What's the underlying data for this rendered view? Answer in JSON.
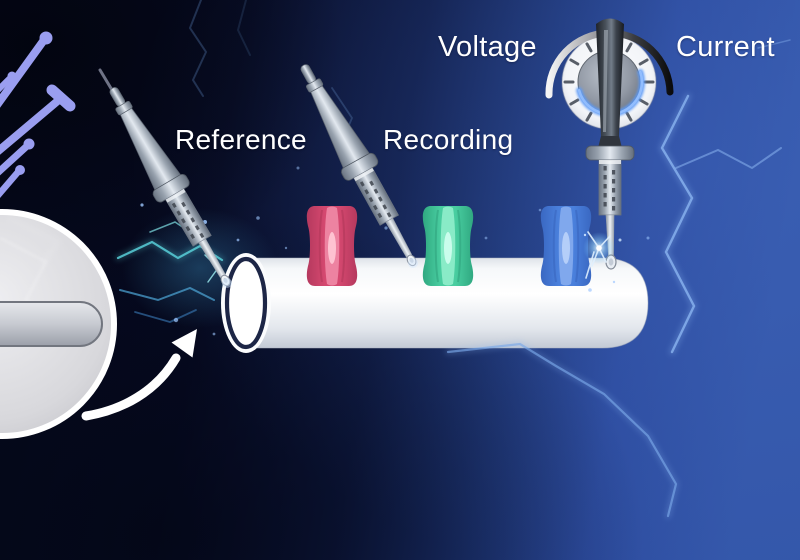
{
  "labels": {
    "reference": "Reference",
    "recording": "Recording",
    "voltage": "Voltage",
    "current": "Current"
  },
  "colors": {
    "background_dark": "#05081a",
    "background_mid": "#0e1a44",
    "background_light": "#3457aa",
    "lightning_blue": "#8ab4f0",
    "spark_cyan": "#58cfd8",
    "dendrite_lavender": "#9a9ef0",
    "soma_grey": "#dcdcdf",
    "axon_tube_white": "#ffffff",
    "tube_shadow": "#c3cad5",
    "channel_pink": "#d4486f",
    "channel_green": "#49cda0",
    "channel_blue": "#4a80dc",
    "probe_metal": "#aeb8c4",
    "gauge_glow": "#5f9bf7",
    "gauge_arc_dark": "#0b0b0d",
    "arrow_white": "#ffffff",
    "label_text": "#ffffff"
  },
  "scene_elements": [
    "neuron-dendrites",
    "soma-magnifier-circle",
    "axon-stub",
    "zoom-arrow",
    "axon-tube",
    "axon-tube-opening",
    "ion-channel-pink",
    "ion-channel-green",
    "ion-channel-blue",
    "reference-electrode",
    "recording-electrode",
    "measurement-electrode",
    "voltage-current-gauge",
    "lightning-bolts",
    "spark-glow"
  ]
}
